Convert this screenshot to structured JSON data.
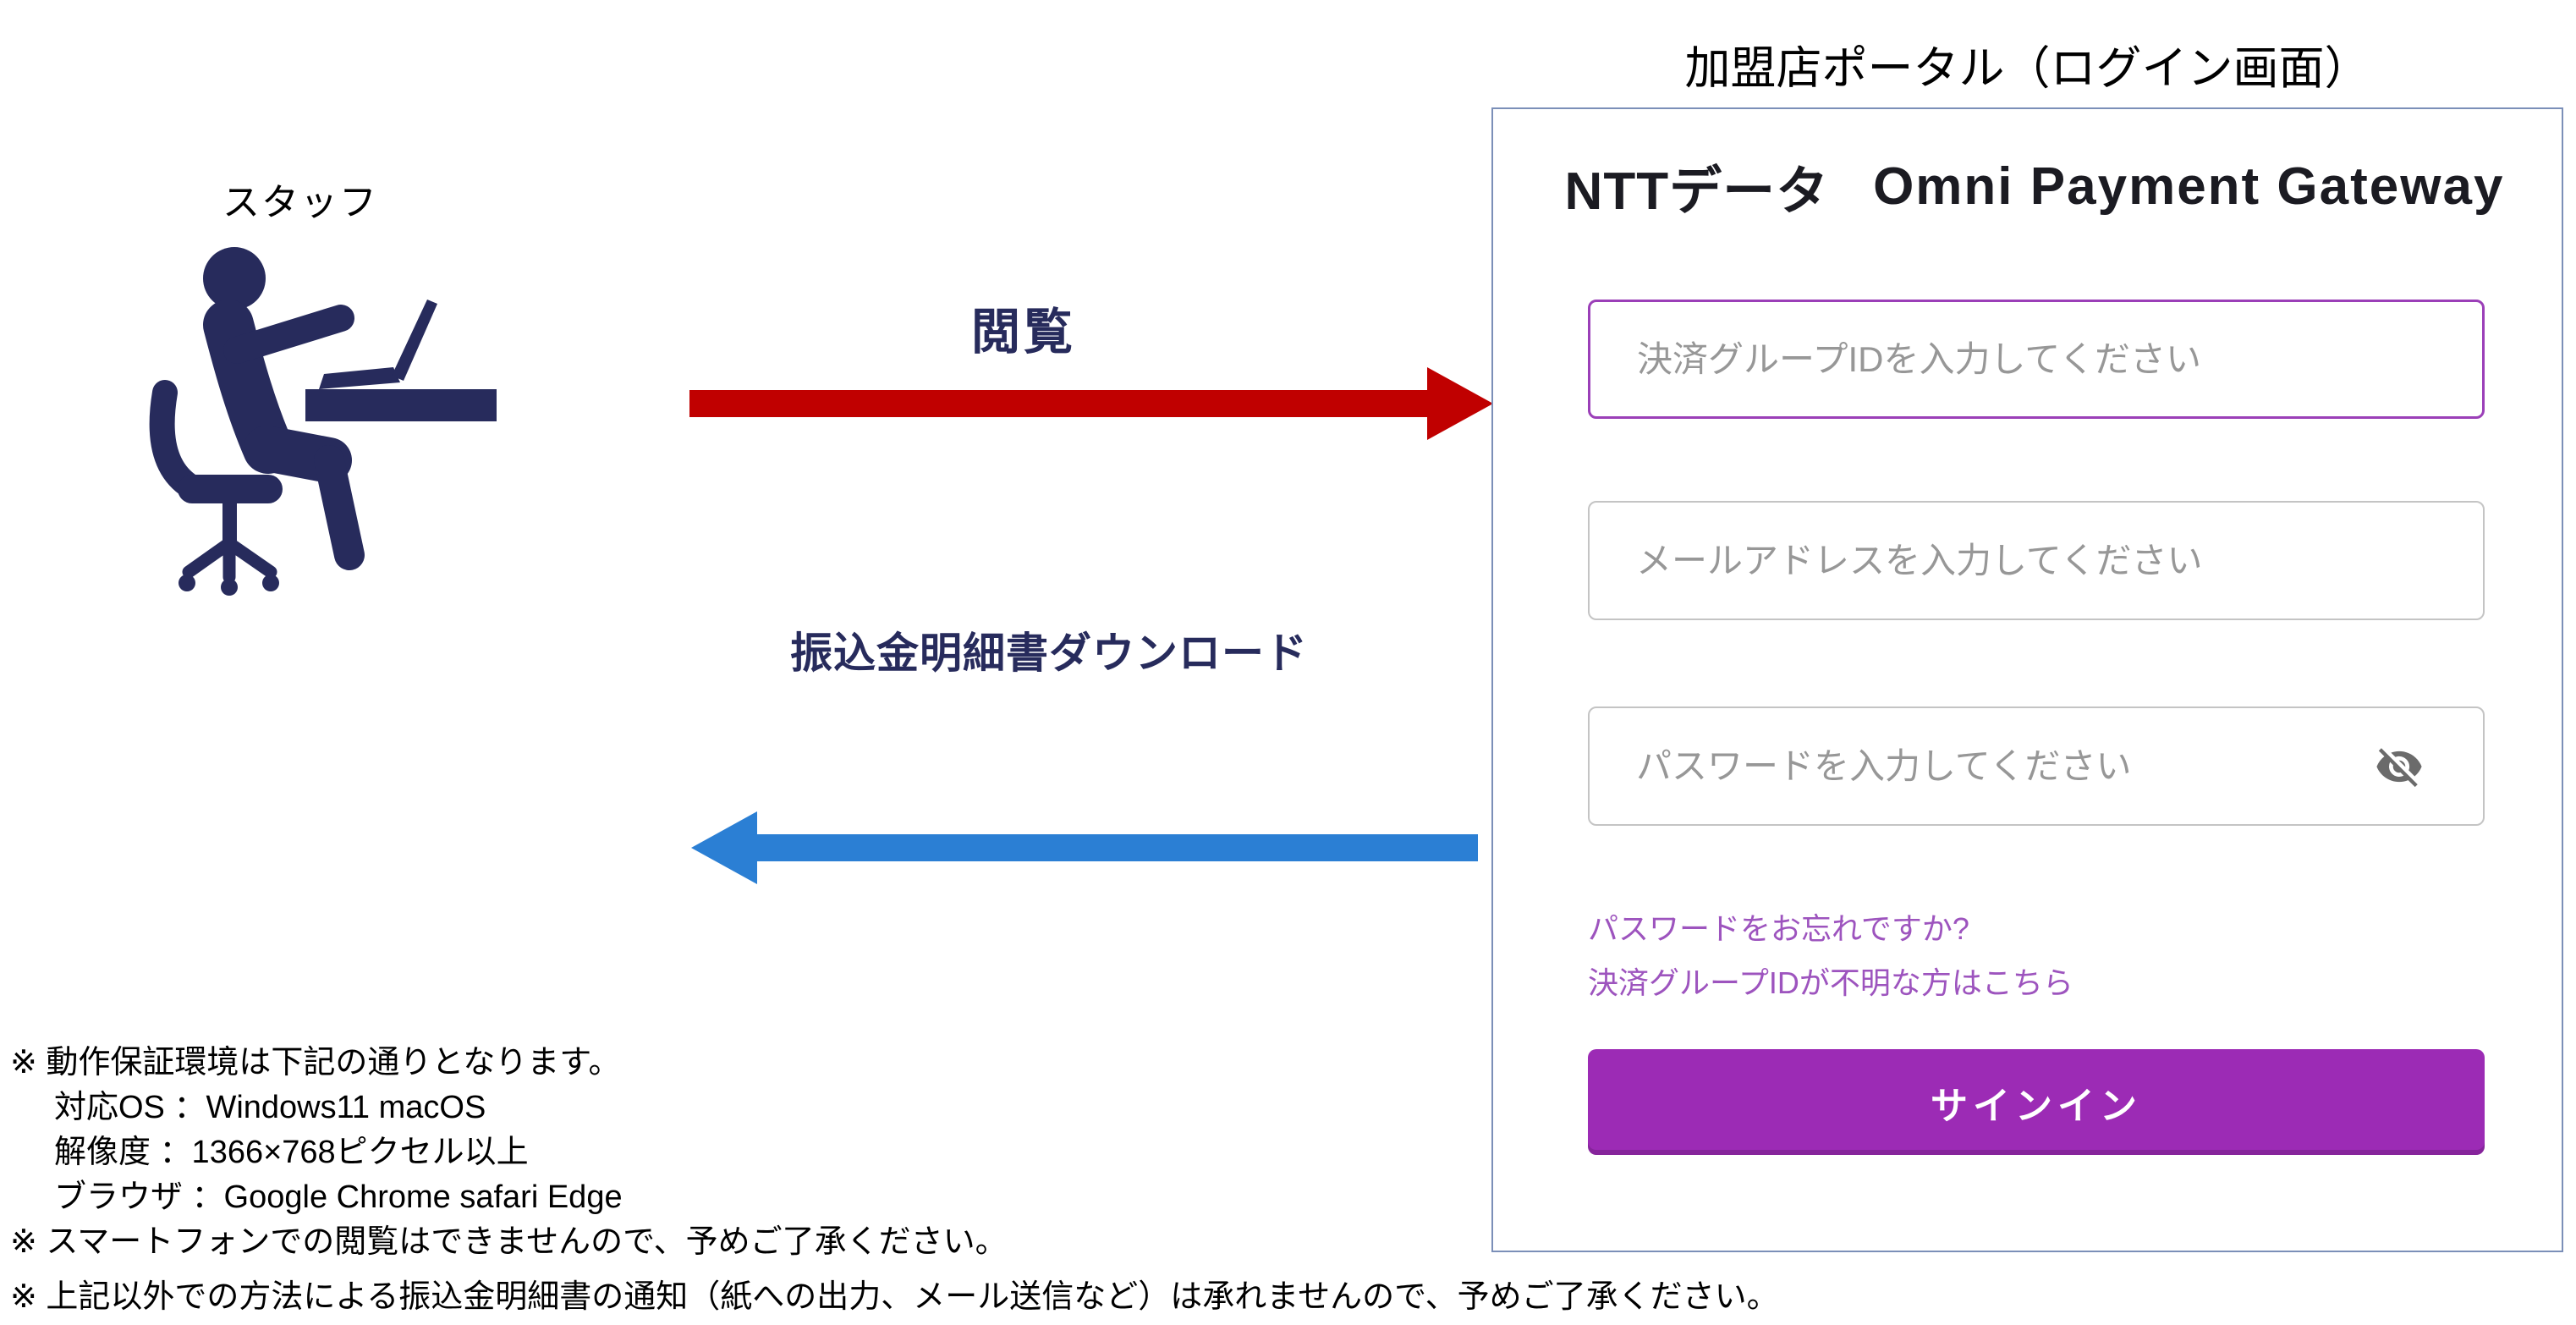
{
  "title": "加盟店ポータル（ログイン画面）",
  "staff": {
    "label": "スタッフ"
  },
  "arrows": {
    "view": {
      "label": "閲覧"
    },
    "download": {
      "label": "振込金明細書ダウンロード"
    }
  },
  "login": {
    "brand": {
      "name": "NTTデータ",
      "product": "Omni Payment Gateway"
    },
    "fields": {
      "group_id": {
        "placeholder": "決済グループIDを入力してください"
      },
      "email": {
        "placeholder": "メールアドレスを入力してください"
      },
      "password": {
        "placeholder": "パスワードを入力してください"
      }
    },
    "links": {
      "forgot_password": "パスワードをお忘れですか?",
      "unknown_group_id": "決済グループIDが不明な方はこちら"
    },
    "signin_label": "サインイン"
  },
  "notes": [
    "※ 動作保証環境は下記の通りとなります。",
    "対応OS ：Windows11  macOS",
    "解像度 ：1366×768ピクセル以上",
    "ブラウザ ：Google Chrome  safari  Edge",
    "※ スマートフォンでの閲覧はできませんので、予めご了承ください。",
    "※ 上記以外での方法による振込金明細書の通知（紙への出力、メール送信など）は承れませんので、予めご了承ください。"
  ],
  "colors": {
    "navy": "#272b5c",
    "card_border": "#7b8fb8",
    "red": "#c00000",
    "blue": "#2b7fd4",
    "accent": "#9c2bb5",
    "link": "#9d54be"
  }
}
